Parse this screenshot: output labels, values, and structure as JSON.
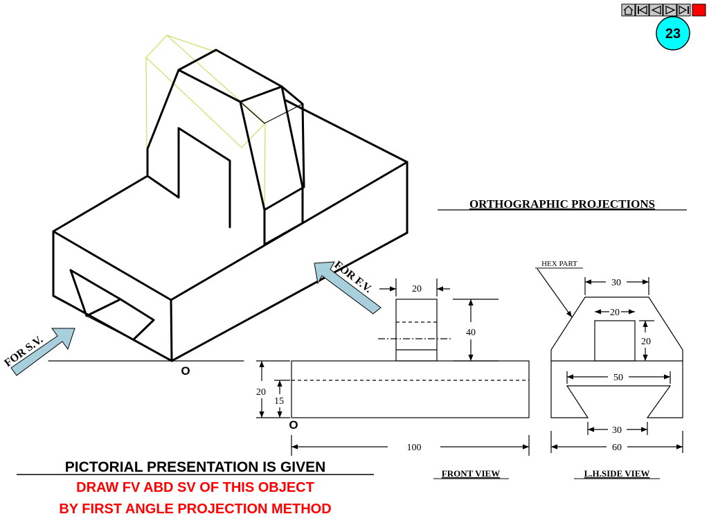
{
  "slide_number": "23",
  "nav": {
    "buttons": [
      "home-icon",
      "first-slide-icon",
      "previous-slide-icon",
      "next-slide-icon",
      "last-slide-icon",
      "exit-icon"
    ]
  },
  "headings": {
    "orthographic": "ORTHOGRAPHIC PROJECTIONS",
    "pictorial": "PICTORIAL PRESENTATION IS GIVEN",
    "instruction_line1": "DRAW FV ABD SV OF THIS OBJECT",
    "instruction_line2": "BY FIRST ANGLE PROJECTION METHOD"
  },
  "pictorial": {
    "for_fv": "FOR F.V.",
    "for_sv": "FOR S.V.",
    "origin": "O"
  },
  "front_view": {
    "label": "FRONT VIEW",
    "origin": "O",
    "dims": {
      "top_width": "20",
      "boss_height": "40",
      "base_height": "20",
      "hole_height": "15",
      "length": "100"
    }
  },
  "side_view": {
    "label": "L.H.SIDE VIEW",
    "hex_part": "HEX PART",
    "dims": {
      "top_width": "30",
      "square_width": "20",
      "square_height": "20",
      "slot_width": "50",
      "slot_bottom": "30",
      "total_width": "60"
    }
  },
  "colors": {
    "badge": "#00ffff",
    "exit": "#ff0000",
    "arrow": "#a8d0dc",
    "construction": "#c8e060",
    "red_text": "#ff0000"
  }
}
